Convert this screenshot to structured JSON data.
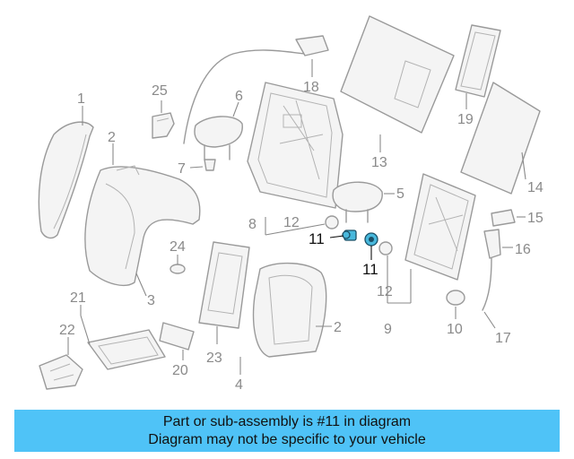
{
  "diagram": {
    "callouts": {
      "c1": "1",
      "c2a": "2",
      "c2b": "2",
      "c3": "3",
      "c4": "4",
      "c5": "5",
      "c6": "6",
      "c7": "7",
      "c8": "8",
      "c9": "9",
      "c10": "10",
      "c11a": "11",
      "c11b": "11",
      "c12a": "12",
      "c12b": "12",
      "c13": "13",
      "c14": "14",
      "c15": "15",
      "c16": "16",
      "c17": "17",
      "c18": "18",
      "c19": "19",
      "c20": "20",
      "c21": "21",
      "c22": "22",
      "c23": "23",
      "c24": "24",
      "c25": "25"
    },
    "highlight_color": "#48b8dc"
  },
  "banner": {
    "line1": "Part or sub-assembly is #11 in diagram",
    "line2": "Diagram may not be specific to your vehicle",
    "background": "#4fc3f7"
  }
}
